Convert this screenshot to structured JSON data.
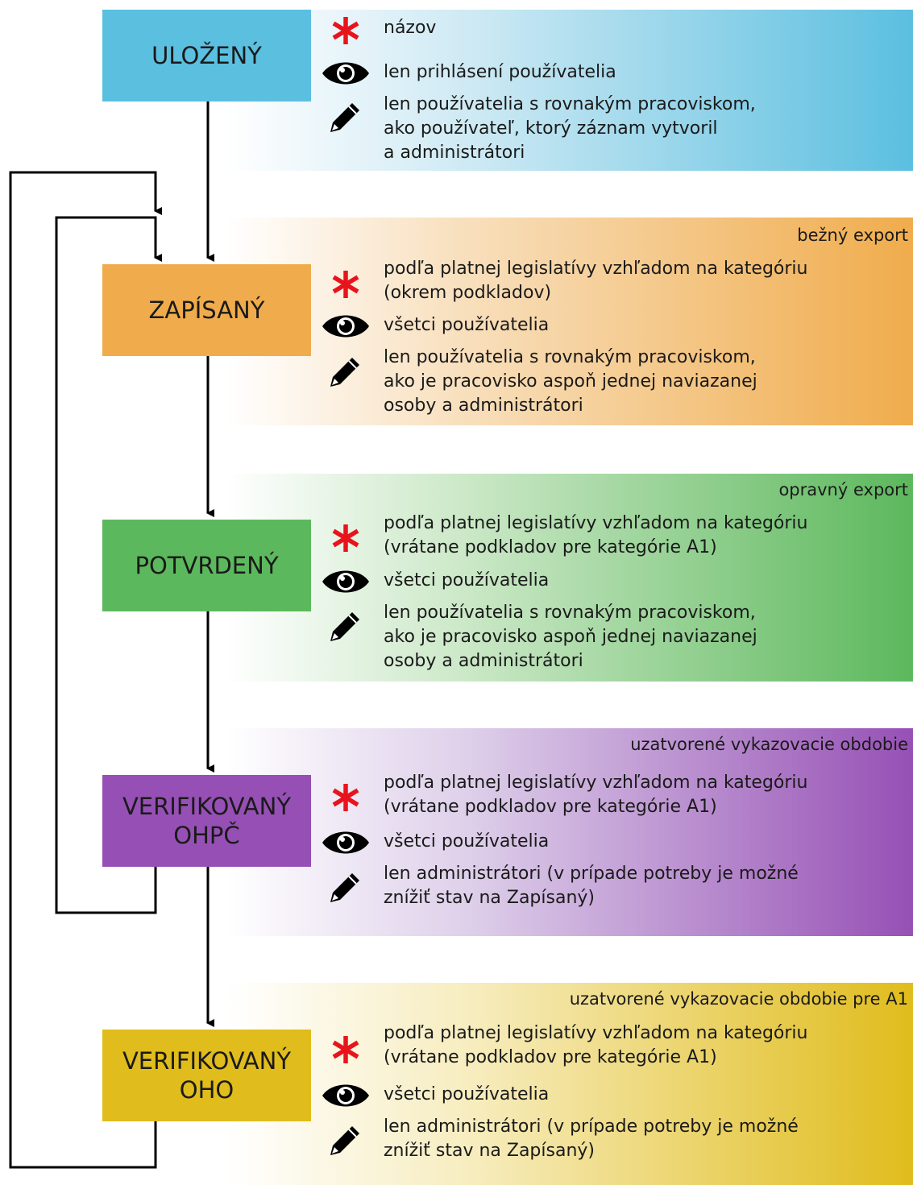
{
  "states": [
    {
      "name": "ULOŽENÝ",
      "tag": "",
      "required": "názov",
      "visibility": "len prihlásení používatelia",
      "edit": [
        "len používatelia s rovnakým pracoviskom,",
        "ako používateľ, ktorý záznam vytvoril",
        "a administrátori"
      ],
      "color": "#5bbfe0"
    },
    {
      "name": "ZAPÍSANÝ",
      "tag": "bežný export",
      "required": [
        "podľa platnej legislatívy vzhľadom na kategóriu",
        "(okrem podkladov)"
      ],
      "visibility": "všetci používatelia",
      "edit": [
        "len používatelia s rovnakým pracoviskom,",
        "ako je pracovisko aspoň jednej naviazanej",
        "osoby a administrátori"
      ],
      "color": "#f0ac4c"
    },
    {
      "name": "POTVRDENÝ",
      "tag": "opravný export",
      "required": [
        "podľa platnej legislatívy vzhľadom na kategóriu",
        "(vrátane podkladov pre kategórie A1)"
      ],
      "visibility": "všetci používatelia",
      "edit": [
        "len používatelia s rovnakým pracoviskom,",
        "ako je pracovisko aspoň jednej naviazanej",
        "osoby a administrátori"
      ],
      "color": "#5cb85c"
    },
    {
      "name": [
        "VERIFIKOVANÝ",
        "OHPČ"
      ],
      "tag": "uzatvorené vykazovacie obdobie",
      "required": [
        "podľa platnej legislatívy vzhľadom na kategóriu",
        "(vrátane podkladov pre kategórie A1)"
      ],
      "visibility": "všetci používatelia",
      "edit": [
        "len administrátori (v prípade potreby je možné",
        "znížiť stav na Zapísaný)"
      ],
      "color": "#9650b5"
    },
    {
      "name": [
        "VERIFIKOVANÝ",
        "OHO"
      ],
      "tag": "uzatvorené vykazovacie obdobie pre A1",
      "required": [
        "podľa platnej legislatívy vzhľadom na kategóriu",
        "(vrátane podkladov pre kategórie A1)"
      ],
      "visibility": "všetci používatelia",
      "edit": [
        "len administrátori (v prípade potreby je možné",
        "znížiť stav na Zapísaný)"
      ],
      "color": "#e0bc1c"
    }
  ],
  "icons": {
    "required": "asterisk-icon",
    "visibility": "eye-icon",
    "edit": "pencil-icon"
  },
  "colors": {
    "asterisk": "#e8141c",
    "connector": "#000000"
  }
}
